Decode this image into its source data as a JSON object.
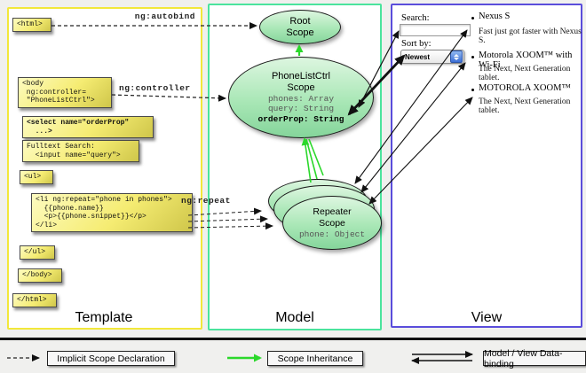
{
  "columns": {
    "template": {
      "label": "Template"
    },
    "model": {
      "label": "Model"
    },
    "view": {
      "label": "View"
    }
  },
  "annotations": {
    "autobind": "ng:autobind",
    "controller": "ng:controller",
    "repeat": "ng:repeat"
  },
  "code": {
    "html_open": [
      "<html>"
    ],
    "body_open": [
      "<body",
      " ng:controller=",
      " \"PhoneListCtrl\">"
    ],
    "select": [
      "<select name=\"orderProp\"",
      "  ...>"
    ],
    "fulltext": [
      "Fulltext Search:",
      "  <input name=\"query\">"
    ],
    "ul_open": [
      "<ul>"
    ],
    "li_repeat": [
      "<li ng:repeat=\"phone in phones\">",
      "  {{phone.name}}",
      "  <p>{{phone.snippet}}</p>",
      "</li>"
    ],
    "ul_close": [
      "</ul>"
    ],
    "body_close": [
      "</body>"
    ],
    "html_close": [
      "</html>"
    ]
  },
  "scopes": {
    "root": {
      "line1": "Root",
      "line2": "Scope"
    },
    "phonelist": {
      "line1": "PhoneListCtrl",
      "line2": "Scope",
      "prop1": "phones: Array",
      "prop2": "query: String",
      "prop3": "orderProp: String"
    },
    "repeater": {
      "line1": "Repeater",
      "line2": "Scope",
      "prop": "phone: Object"
    }
  },
  "view": {
    "search_label": "Search:",
    "search_value": "",
    "sort_label": "Sort by:",
    "sort_value": "Newest",
    "items": [
      {
        "title": "Nexus S",
        "description": "Fast just got faster with Nexus S."
      },
      {
        "title": "Motorola XOOM™ with Wi-Fi",
        "description": "The Next, Next Generation tablet."
      },
      {
        "title": "MOTOROLA XOOM™",
        "description": "The Next, Next Generation tablet."
      }
    ]
  },
  "legend": {
    "implicit": "Implicit Scope Declaration",
    "inheritance": "Scope Inheritance",
    "binding": "Model / View Data-binding"
  },
  "colors": {
    "template_border": "#f2e83a",
    "model_border": "#4be49d",
    "view_border": "#5a4ddb",
    "inheritance_green": "#2bd82b",
    "codebox_light": "#fdfbc0",
    "codebox_dark": "#cfc64a",
    "ellipse_light": "#ddf6e0",
    "ellipse_dark": "#85d59b"
  }
}
